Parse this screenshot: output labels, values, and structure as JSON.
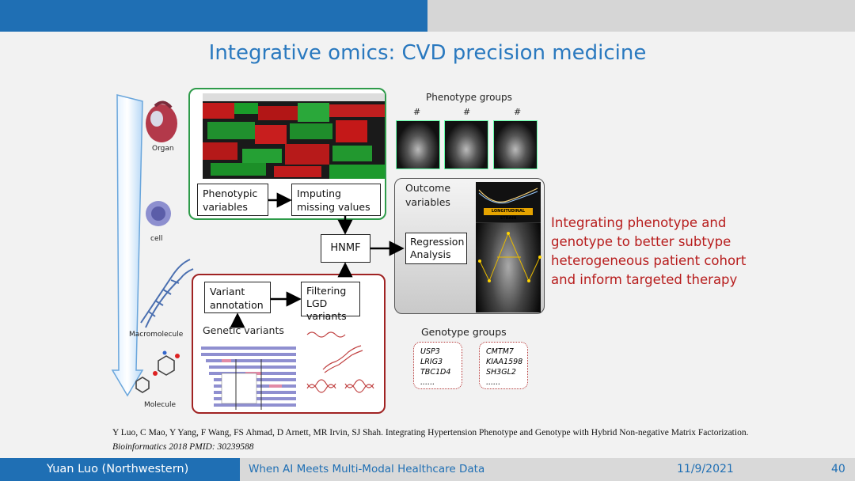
{
  "slide": {
    "title": "Integrative omics: CVD precision medicine",
    "scale_labels": [
      "Organ",
      "cell",
      "Macromolecule",
      "Molecule"
    ],
    "phenotype_pipeline": {
      "box1": "Phenotypic variables",
      "box2": "Imputing missing values"
    },
    "hnmf_label": "HNMF",
    "phenotype_groups_label": "Phenotype groups",
    "hash_marks": [
      "#",
      "#",
      "#"
    ],
    "outcome_label": "Outcome variables",
    "regression_label": "Regression Analysis",
    "strain_label": "LONGITUDINAL STRAIN",
    "genetic_pipeline": {
      "box1": "Variant annotation",
      "box2": "Filtering LGD variants",
      "genetic_variants_label": "Genetic variants"
    },
    "genotype_groups_label": "Genotype groups",
    "genotype_group1": [
      "USP3",
      "LRIG3",
      "TBC1D4",
      "......"
    ],
    "genotype_group2": [
      "CMTM7",
      "KIAA1598",
      "SH3GL2",
      "......"
    ],
    "highlight_text": "Integrating phenotype and genotype to better subtype heterogeneous patient cohort and inform targeted therapy",
    "citation_plain": "Y Luo, C Mao, Y Yang, F Wang, FS Ahmad, D Arnett, MR Irvin, SJ Shah. Integrating Hypertension Phenotype and Genotype with Hybrid Non-negative Matrix Factorization.",
    "citation_italic": "Bioinformatics 2018 PMID: 30239588"
  },
  "footer": {
    "author": "Yuan Luo (Northwestern)",
    "talk_title": "When AI Meets Multi-Modal Healthcare Data",
    "date": "11/9/2021",
    "page": "40"
  },
  "colors": {
    "accent_blue": "#1f6fb4",
    "title_blue": "#2a79bf",
    "green_frame": "#2e9b4a",
    "red_frame": "#a02323",
    "highlight_red": "#b71c1c"
  }
}
